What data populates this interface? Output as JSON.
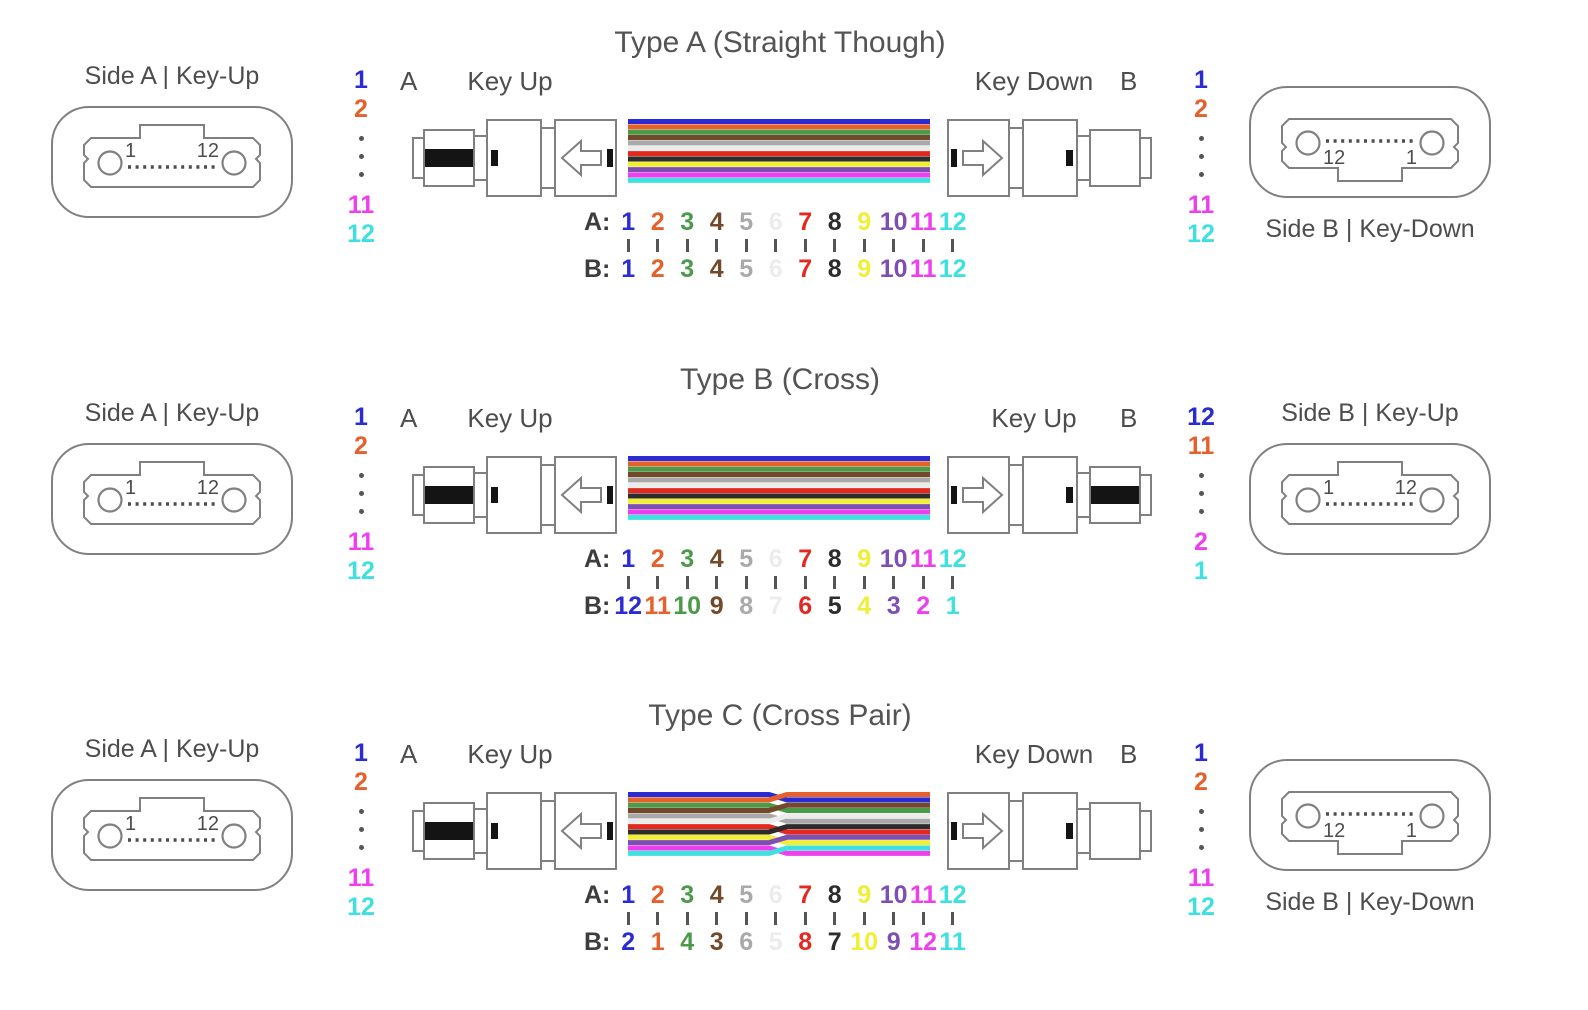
{
  "fiber_colors": {
    "1": "#2b2bd4",
    "2": "#e6602c",
    "3": "#4a9a4a",
    "4": "#74492a",
    "5": "#a9a9a9",
    "6": "#ececec",
    "7": "#e3281f",
    "8": "#2c2c2c",
    "9": "#f0ee35",
    "10": "#7d4fb2",
    "11": "#ee3fee",
    "12": "#3fe0e0"
  },
  "ui_colors": {
    "label_gray": "#4d4d4d",
    "outline_gray": "#808080",
    "tick_gray": "#555555",
    "key_stripe_black": "#141414"
  },
  "rows": [
    {
      "title": "Type A (Straight Though)",
      "left_face": {
        "label": "Side A | Key-Up",
        "key": "up",
        "pin_left": "1",
        "pin_right": "12"
      },
      "left_fibers": {
        "top": [
          "1",
          "2"
        ],
        "bottom": [
          "11",
          "12"
        ]
      },
      "labels": {
        "end_a": "A",
        "key_a": "Key Up",
        "key_b": "Key Down",
        "end_b": "B"
      },
      "connector_b_key_stripe": false,
      "ribbon": "straight",
      "mapping": {
        "a_label": "A:",
        "b_label": "B:",
        "a": [
          "1",
          "2",
          "3",
          "4",
          "5",
          "6",
          "7",
          "8",
          "9",
          "10",
          "11",
          "12"
        ],
        "b": [
          "1",
          "2",
          "3",
          "4",
          "5",
          "6",
          "7",
          "8",
          "9",
          "10",
          "11",
          "12"
        ]
      },
      "right_fibers": {
        "top": [
          "1",
          "2"
        ],
        "bottom": [
          "11",
          "12"
        ]
      },
      "right_face": {
        "label": "Side B | Key-Down",
        "key": "down",
        "pin_left": "12",
        "pin_right": "1",
        "label_position": "below"
      }
    },
    {
      "title": "Type B (Cross)",
      "left_face": {
        "label": "Side A | Key-Up",
        "key": "up",
        "pin_left": "1",
        "pin_right": "12"
      },
      "left_fibers": {
        "top": [
          "1",
          "2"
        ],
        "bottom": [
          "11",
          "12"
        ]
      },
      "labels": {
        "end_a": "A",
        "key_a": "Key Up",
        "key_b": "Key Up",
        "end_b": "B"
      },
      "connector_b_key_stripe": true,
      "ribbon": "straight",
      "mapping": {
        "a_label": "A:",
        "b_label": "B:",
        "a": [
          "1",
          "2",
          "3",
          "4",
          "5",
          "6",
          "7",
          "8",
          "9",
          "10",
          "11",
          "12"
        ],
        "b": [
          "12",
          "11",
          "10",
          "9",
          "8",
          "7",
          "6",
          "5",
          "4",
          "3",
          "2",
          "1"
        ]
      },
      "right_fibers": {
        "top": [
          "12",
          "11"
        ],
        "bottom": [
          "2",
          "1"
        ]
      },
      "right_face": {
        "label": "Side B | Key-Up",
        "key": "up",
        "pin_left": "1",
        "pin_right": "12",
        "label_position": "above"
      }
    },
    {
      "title": "Type C (Cross Pair)",
      "left_face": {
        "label": "Side A | Key-Up",
        "key": "up",
        "pin_left": "1",
        "pin_right": "12"
      },
      "left_fibers": {
        "top": [
          "1",
          "2"
        ],
        "bottom": [
          "11",
          "12"
        ]
      },
      "labels": {
        "end_a": "A",
        "key_a": "Key Up",
        "key_b": "Key Down",
        "end_b": "B"
      },
      "connector_b_key_stripe": false,
      "ribbon": "cross_pair",
      "mapping": {
        "a_label": "A:",
        "b_label": "B:",
        "a": [
          "1",
          "2",
          "3",
          "4",
          "5",
          "6",
          "7",
          "8",
          "9",
          "10",
          "11",
          "12"
        ],
        "b": [
          "2",
          "1",
          "4",
          "3",
          "6",
          "5",
          "8",
          "7",
          "10",
          "9",
          "12",
          "11"
        ]
      },
      "right_fibers": {
        "top": [
          "1",
          "2"
        ],
        "bottom": [
          "11",
          "12"
        ]
      },
      "right_face": {
        "label": "Side B | Key-Down",
        "key": "down",
        "pin_left": "12",
        "pin_right": "1",
        "label_position": "below"
      }
    }
  ]
}
